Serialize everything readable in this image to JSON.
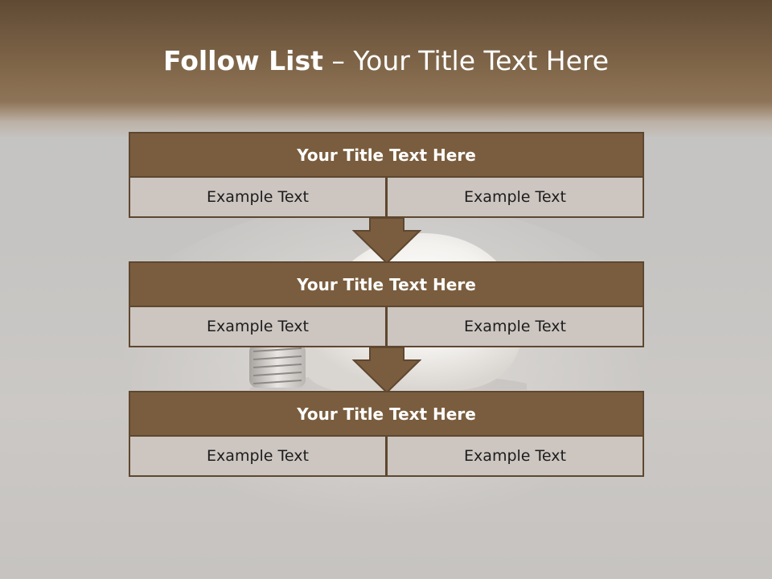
{
  "slide": {
    "title_bold": "Follow List",
    "title_rest": " – Your Title Text Here"
  },
  "steps": [
    {
      "title": "Your Title Text Here",
      "left": "Example Text",
      "right": "Example Text"
    },
    {
      "title": "Your Title Text Here",
      "left": "Example Text",
      "right": "Example Text"
    },
    {
      "title": "Your Title Text Here",
      "left": "Example Text",
      "right": "Example Text"
    }
  ],
  "colors": {
    "header_brown": "#7f6548",
    "block_title_fill": "#7a5d3e",
    "block_border": "#5e4730",
    "cell_fill": "#ccc5c0"
  }
}
